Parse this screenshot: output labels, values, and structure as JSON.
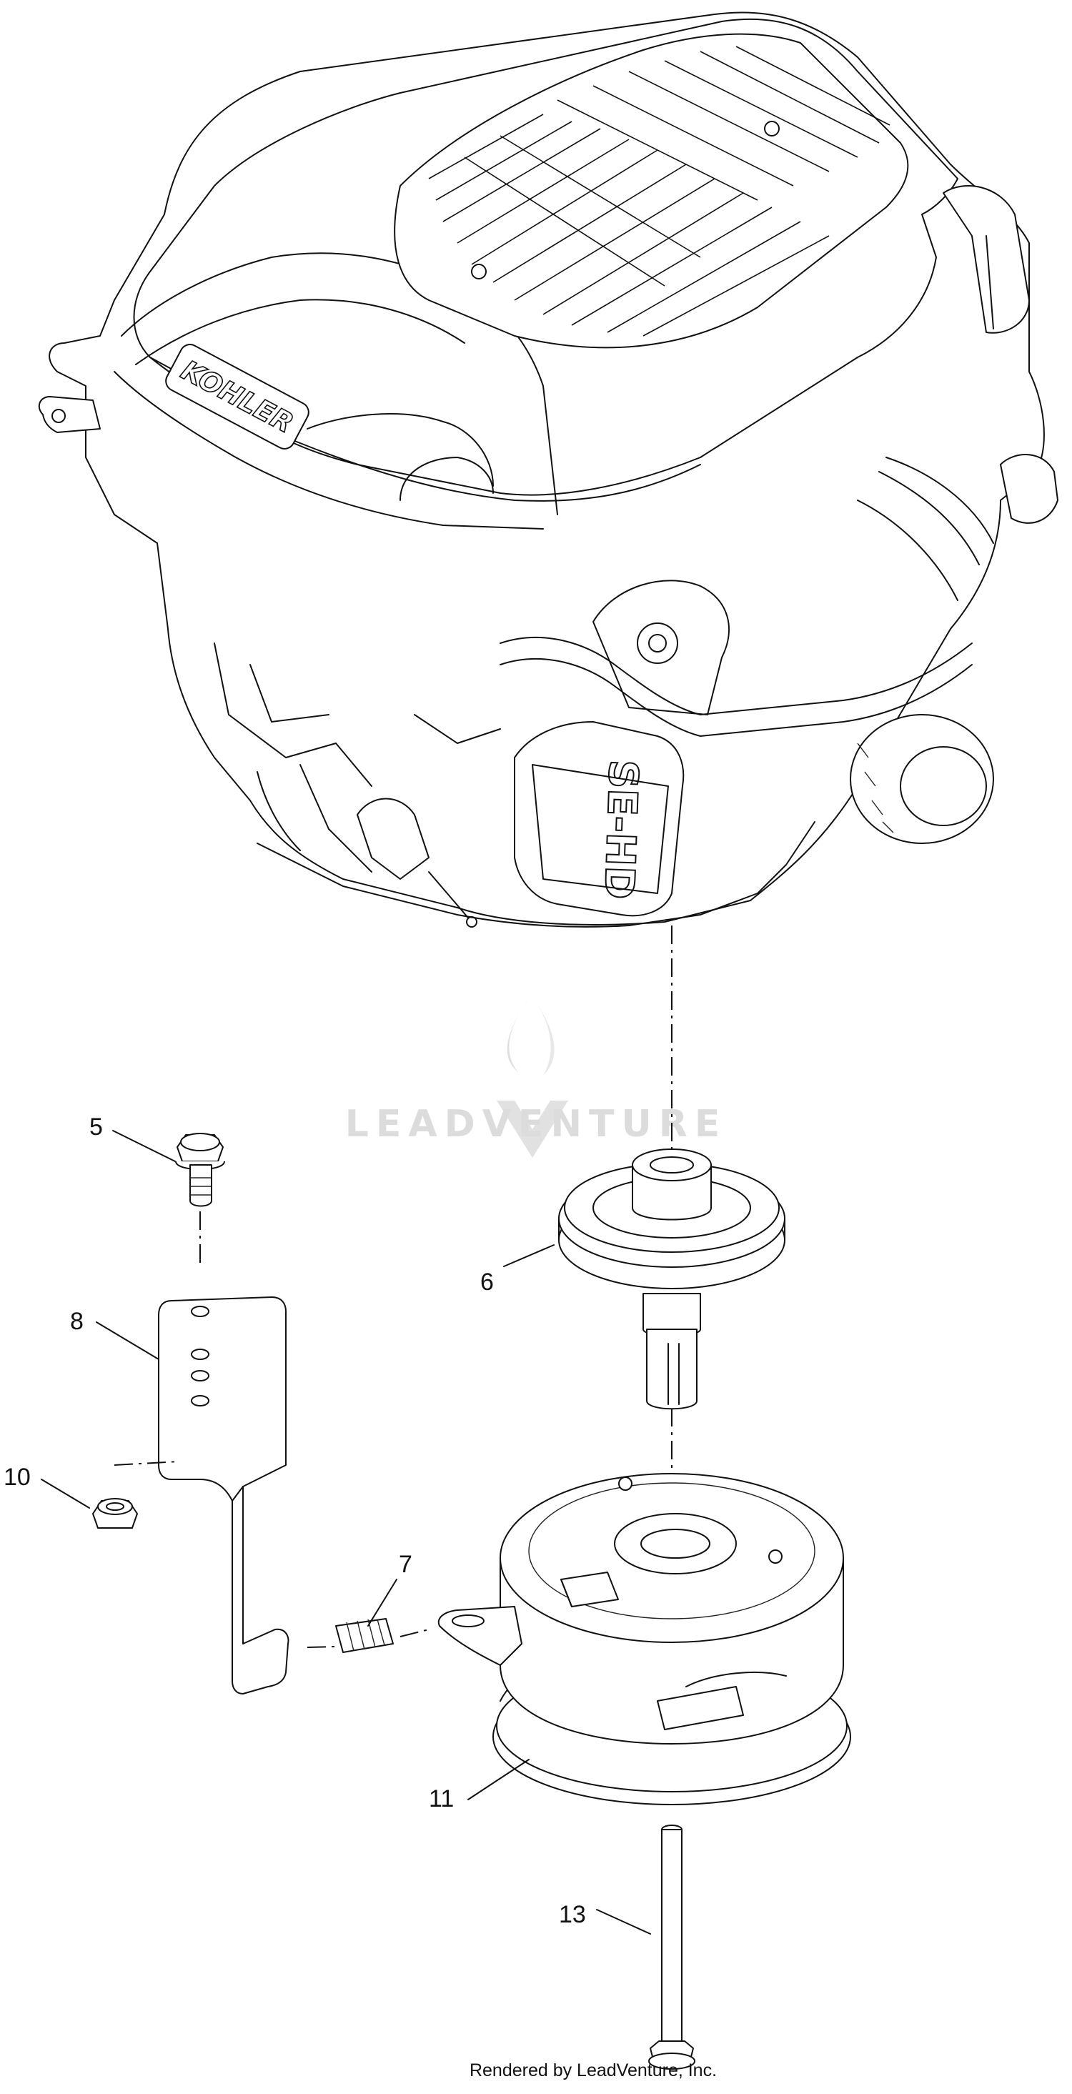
{
  "diagram": {
    "engine_brand_logo": "KOHLER",
    "engine_series_badge": "SE-HD",
    "watermark": "LEADVENTURE",
    "callouts": [
      {
        "id": "5",
        "label": "5"
      },
      {
        "id": "6",
        "label": "6"
      },
      {
        "id": "8",
        "label": "8"
      },
      {
        "id": "10",
        "label": "10"
      },
      {
        "id": "7",
        "label": "7"
      },
      {
        "id": "11",
        "label": "11"
      },
      {
        "id": "13",
        "label": "13"
      }
    ],
    "footer": "Rendered by LeadVenture, Inc."
  }
}
